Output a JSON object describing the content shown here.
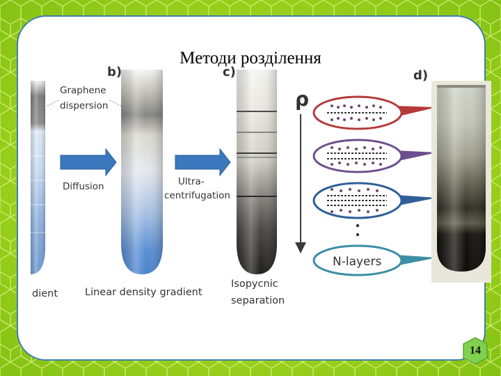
{
  "slide": {
    "title": "Методи розділення",
    "page_number": "14"
  },
  "figure": {
    "panel_labels": [
      "b)",
      "c)",
      "d)"
    ],
    "labels": {
      "graphene_dispersion_1": "Graphene",
      "graphene_dispersion_2": "dispersion",
      "diffusion": "Diffusion",
      "ultracentrifugation_1": "Ultra-",
      "ultracentrifugation_2": "centrifugation",
      "gradient_partial": "dient",
      "linear_density_gradient": "Linear density gradient",
      "isopycnic_1": "Isopycnic",
      "isopycnic_2": "separation",
      "rho": "ρ",
      "n_layers": "N-layers"
    }
  },
  "colors": {
    "background_green": "#a6d81e",
    "border_blue": "#3f7fa8",
    "bubble_red": "#b53a3a",
    "bubble_purple": "#6d4e8c",
    "bubble_blue": "#2f5f98",
    "bubble_teal": "#3c8ea5",
    "arrow_blue": "#3b78bd",
    "badge_green": "#7fd14f"
  }
}
